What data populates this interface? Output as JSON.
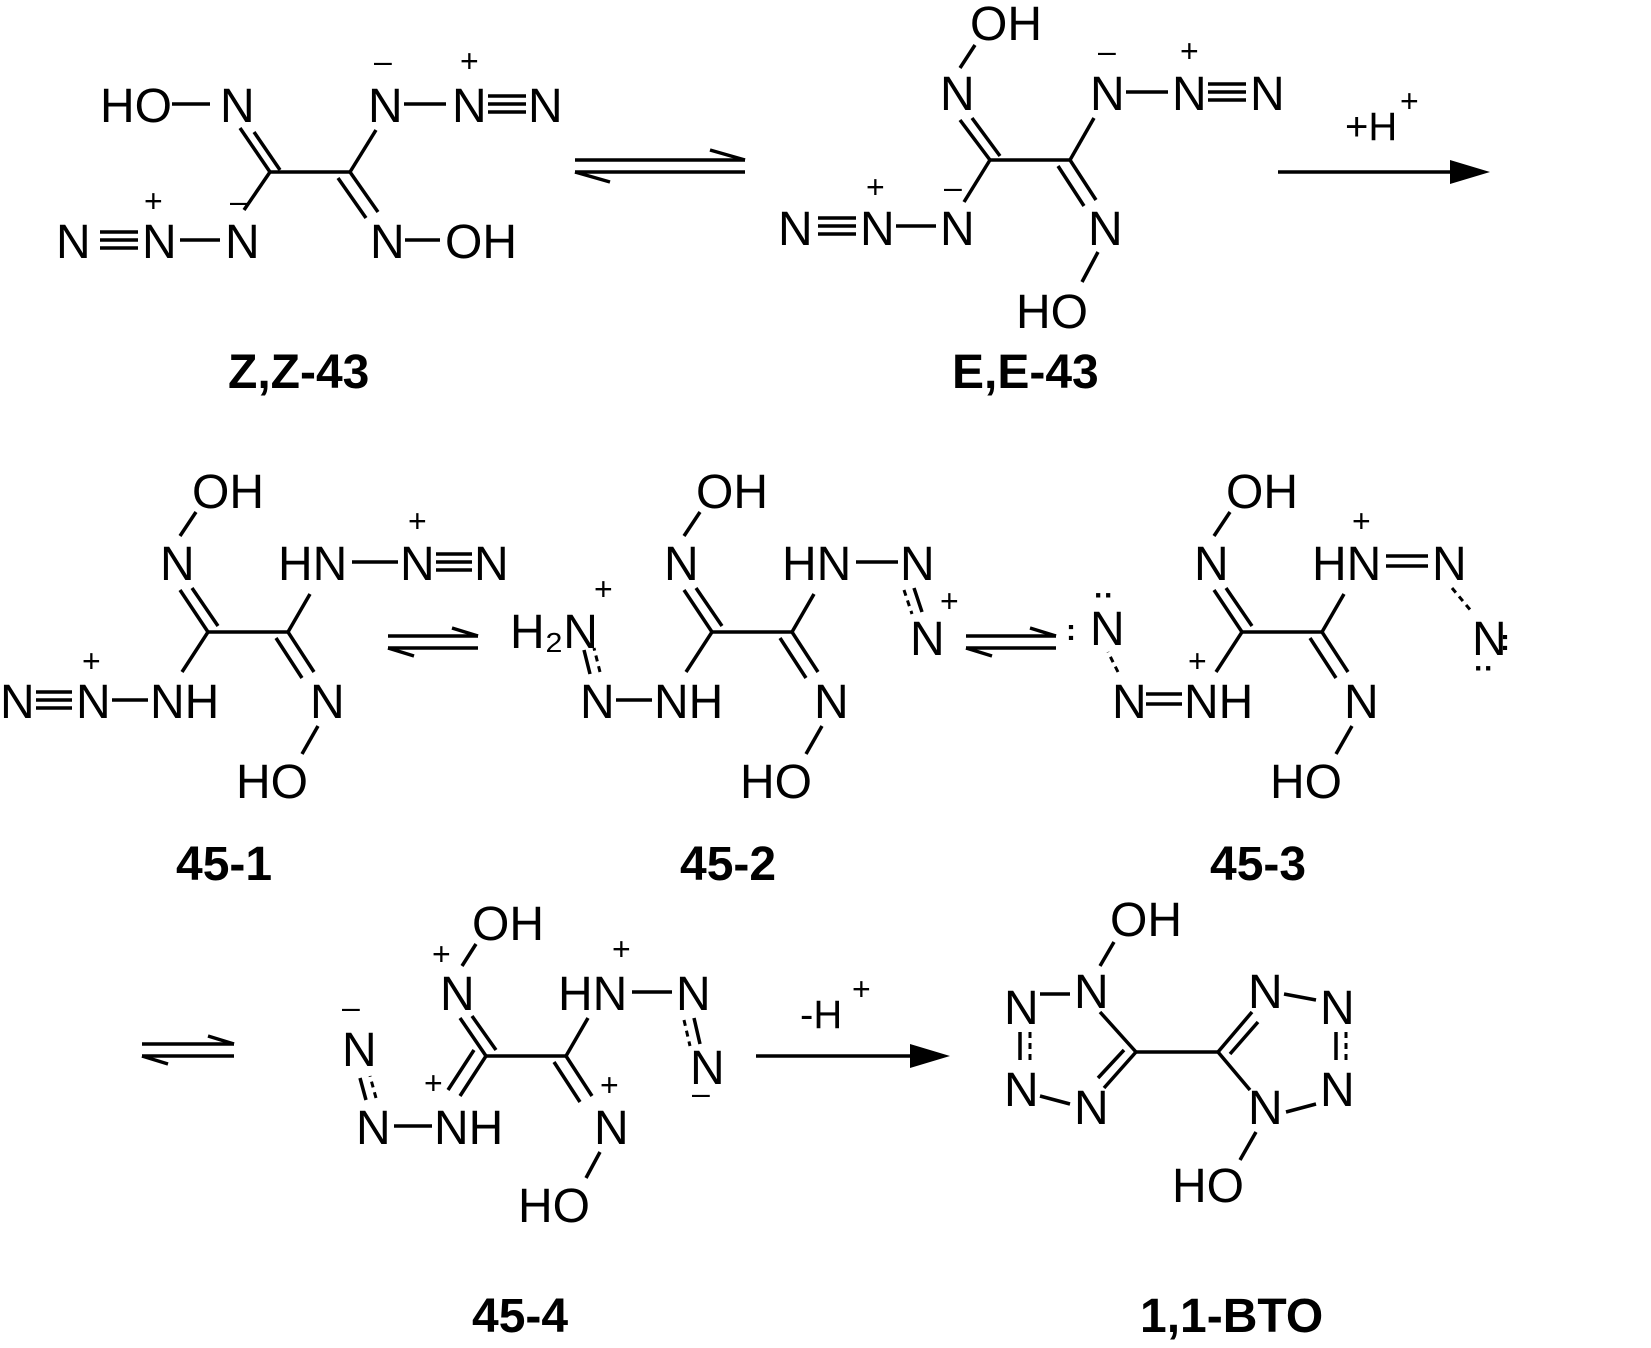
{
  "scheme": {
    "labels": {
      "zz43": "Z,Z-43",
      "ee43": "E,E-43",
      "m451": "45-1",
      "m452": "45-2",
      "m453": "45-3",
      "m454": "45-4",
      "bto": "1,1-BTO"
    },
    "conditions": {
      "protonate": "+H",
      "deprotonate": "-H",
      "proton_charge": "+"
    },
    "atoms": {
      "N": "N",
      "OH": "OH",
      "HO": "HO",
      "HN": "HN",
      "NH": "NH",
      "H2N": "H₂N",
      "plus": "+",
      "minus": "–",
      "lone_pair_h": ":",
      "lone_pair_v": "··"
    }
  }
}
